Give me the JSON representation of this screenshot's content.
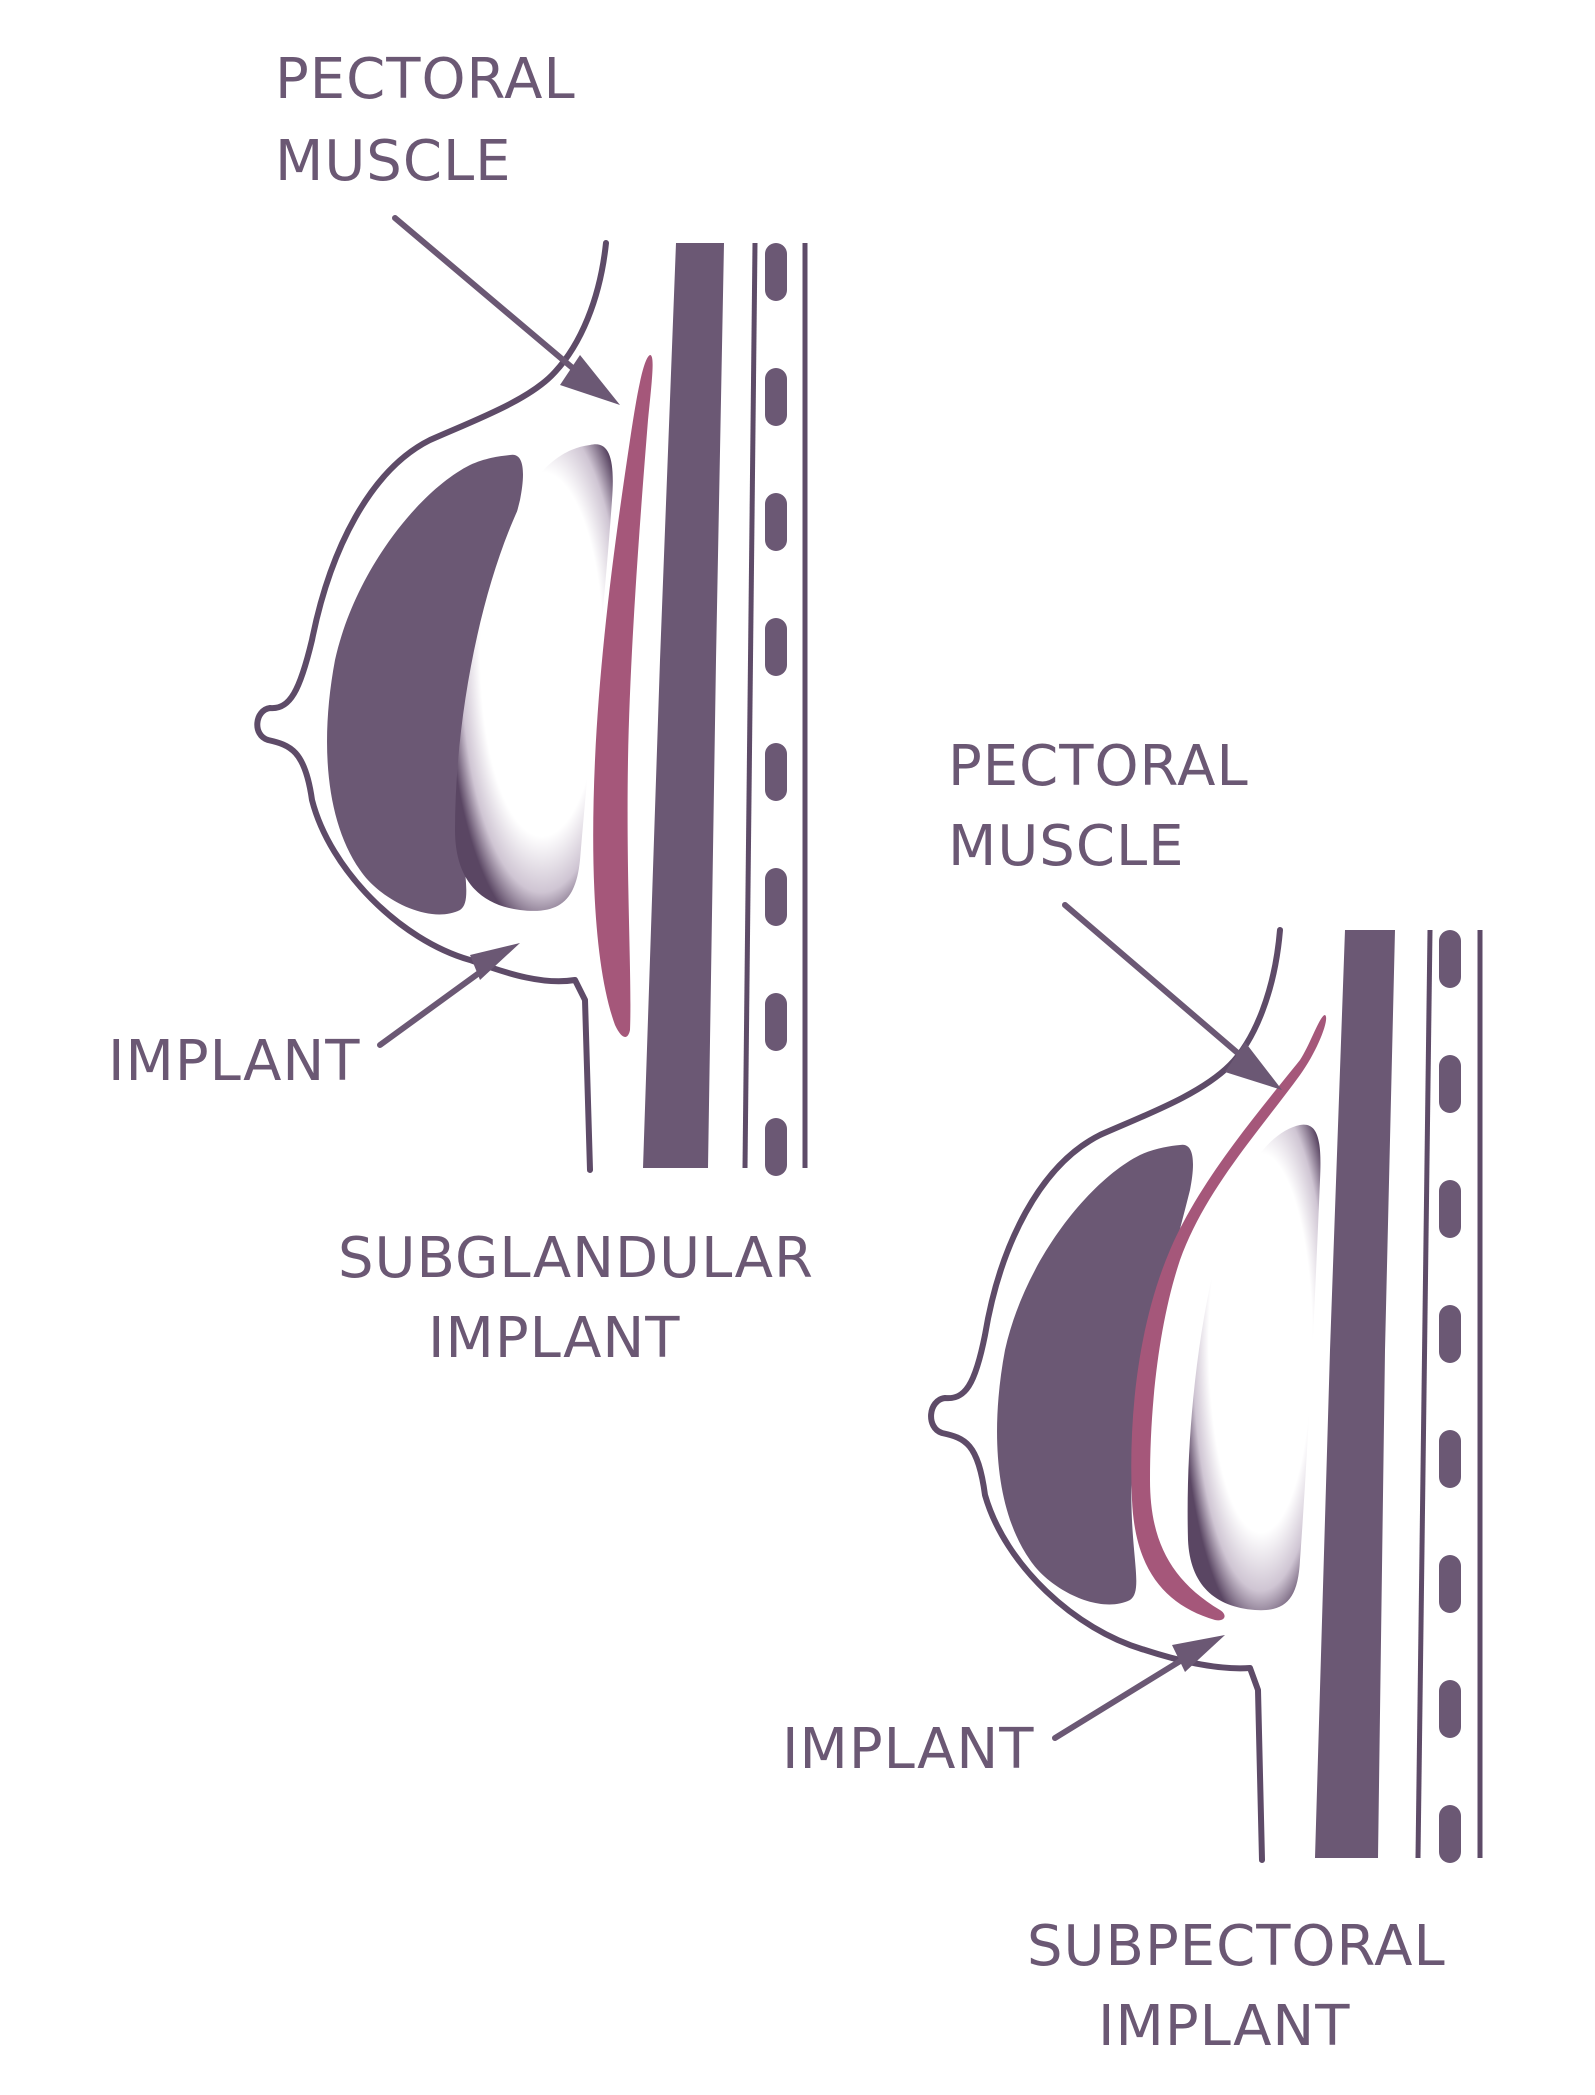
{
  "diagrams": [
    {
      "id": "subglandular",
      "label_muscle": [
        "PECTORAL",
        "MUSCLE"
      ],
      "label_implant": "IMPLANT",
      "caption": [
        "SUBGLANDULAR",
        "IMPLANT"
      ]
    },
    {
      "id": "subpectoral",
      "label_muscle": [
        "PECTORAL",
        "MUSCLE"
      ],
      "label_implant": "IMPLANT",
      "caption": [
        "SUBPECTORAL",
        "IMPLANT"
      ]
    }
  ],
  "colors": {
    "gland": "#6b5874",
    "muscle": "#a5577a",
    "outline": "#5e4b68",
    "implant_fill": "#ffffff",
    "implant_shade": "#5a4663"
  }
}
